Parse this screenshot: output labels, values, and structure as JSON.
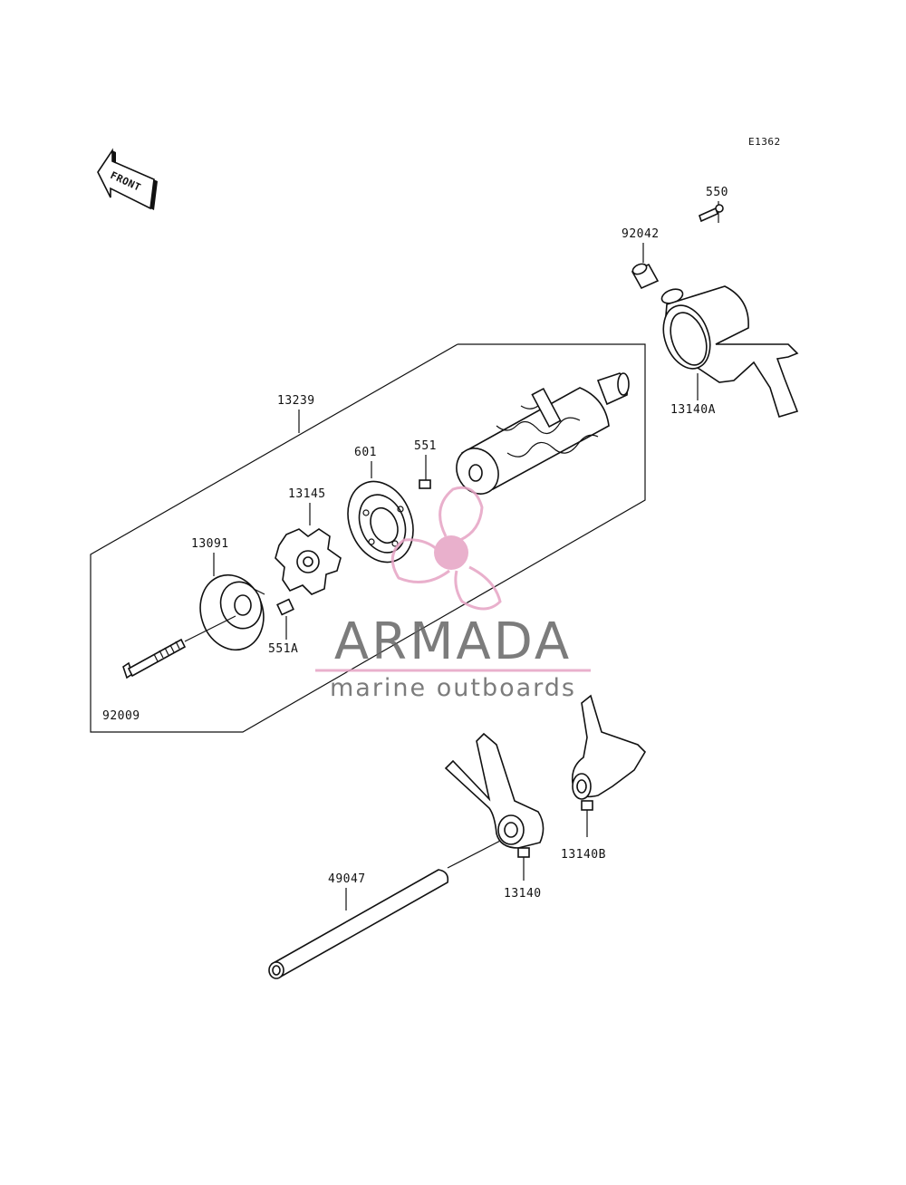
{
  "diagram": {
    "ref_code": "E1362",
    "front_arrow_text": "FRONT",
    "labels": {
      "p550": "550",
      "p92042": "92042",
      "p13140A": "13140A",
      "p13239": "13239",
      "p601": "601",
      "p551": "551",
      "p13145": "13145",
      "p13091": "13091",
      "p551A": "551A",
      "p92009": "92009",
      "p49047": "49047",
      "p13140": "13140",
      "p13140B": "13140B"
    }
  },
  "watermark": {
    "brand": "ARMADA",
    "tagline": "marine outboards",
    "logo_color": "#e6a3c4",
    "text_color": "#666666"
  }
}
